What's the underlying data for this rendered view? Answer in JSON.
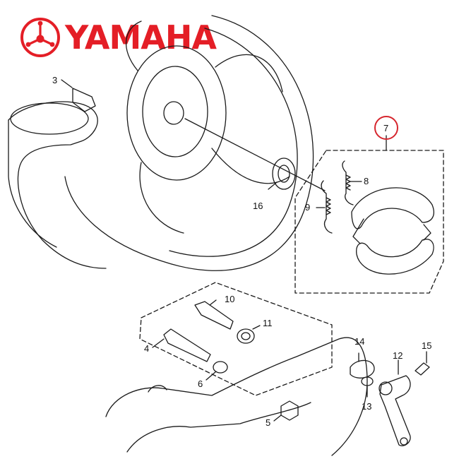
{
  "brand": {
    "name": "YAMAHA",
    "color": "#e41e26"
  },
  "diagram": {
    "highlight_color": "#d6262e",
    "callouts": [
      "3",
      "7",
      "8",
      "9",
      "16",
      "10",
      "11",
      "4",
      "6",
      "5",
      "14",
      "13",
      "12",
      "15"
    ]
  }
}
